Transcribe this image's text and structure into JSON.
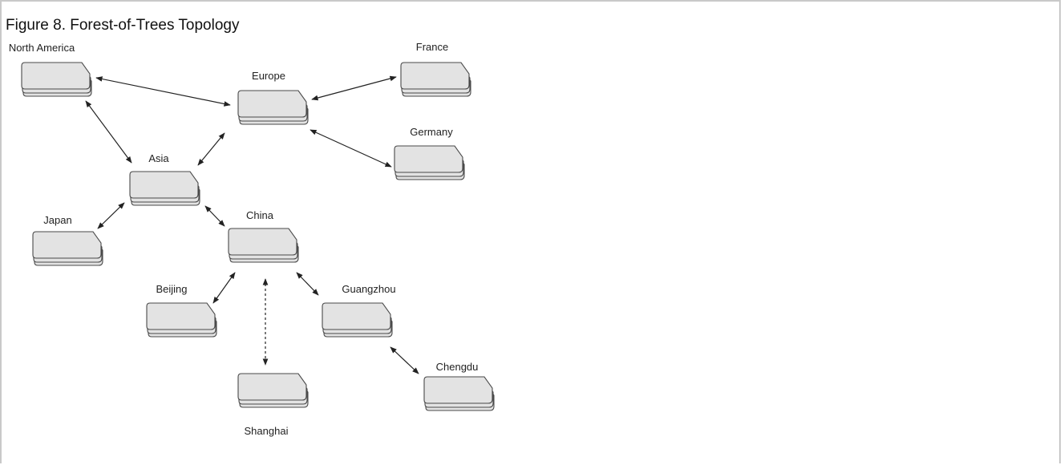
{
  "figure": {
    "caption": "Figure 8. Forest-of-Trees Topology"
  },
  "nodes": [
    {
      "id": "north-america",
      "label": "North America"
    },
    {
      "id": "europe",
      "label": "Europe"
    },
    {
      "id": "france",
      "label": "France"
    },
    {
      "id": "germany",
      "label": "Germany"
    },
    {
      "id": "asia",
      "label": "Asia"
    },
    {
      "id": "japan",
      "label": "Japan"
    },
    {
      "id": "china",
      "label": "China"
    },
    {
      "id": "beijing",
      "label": "Beijing"
    },
    {
      "id": "guangzhou",
      "label": "Guangzhou"
    },
    {
      "id": "shanghai",
      "label": "Shanghai"
    },
    {
      "id": "chengdu",
      "label": "Chengdu"
    }
  ],
  "edges": [
    {
      "from": "north-america",
      "to": "europe",
      "style": "solid",
      "direction": "both"
    },
    {
      "from": "north-america",
      "to": "asia",
      "style": "solid",
      "direction": "both"
    },
    {
      "from": "europe",
      "to": "asia",
      "style": "solid",
      "direction": "both"
    },
    {
      "from": "europe",
      "to": "france",
      "style": "solid",
      "direction": "both"
    },
    {
      "from": "europe",
      "to": "germany",
      "style": "solid",
      "direction": "both"
    },
    {
      "from": "asia",
      "to": "japan",
      "style": "solid",
      "direction": "both"
    },
    {
      "from": "asia",
      "to": "china",
      "style": "solid",
      "direction": "both"
    },
    {
      "from": "china",
      "to": "beijing",
      "style": "solid",
      "direction": "both"
    },
    {
      "from": "china",
      "to": "shanghai",
      "style": "dashed",
      "direction": "both"
    },
    {
      "from": "china",
      "to": "guangzhou",
      "style": "solid",
      "direction": "both"
    },
    {
      "from": "guangzhou",
      "to": "chengdu",
      "style": "solid",
      "direction": "both"
    }
  ],
  "colors": {
    "plate_fill": "#e3e3e3",
    "plate_stroke": "#4a4a4a",
    "arrow": "#222222",
    "frame": "#c9c9c9"
  }
}
